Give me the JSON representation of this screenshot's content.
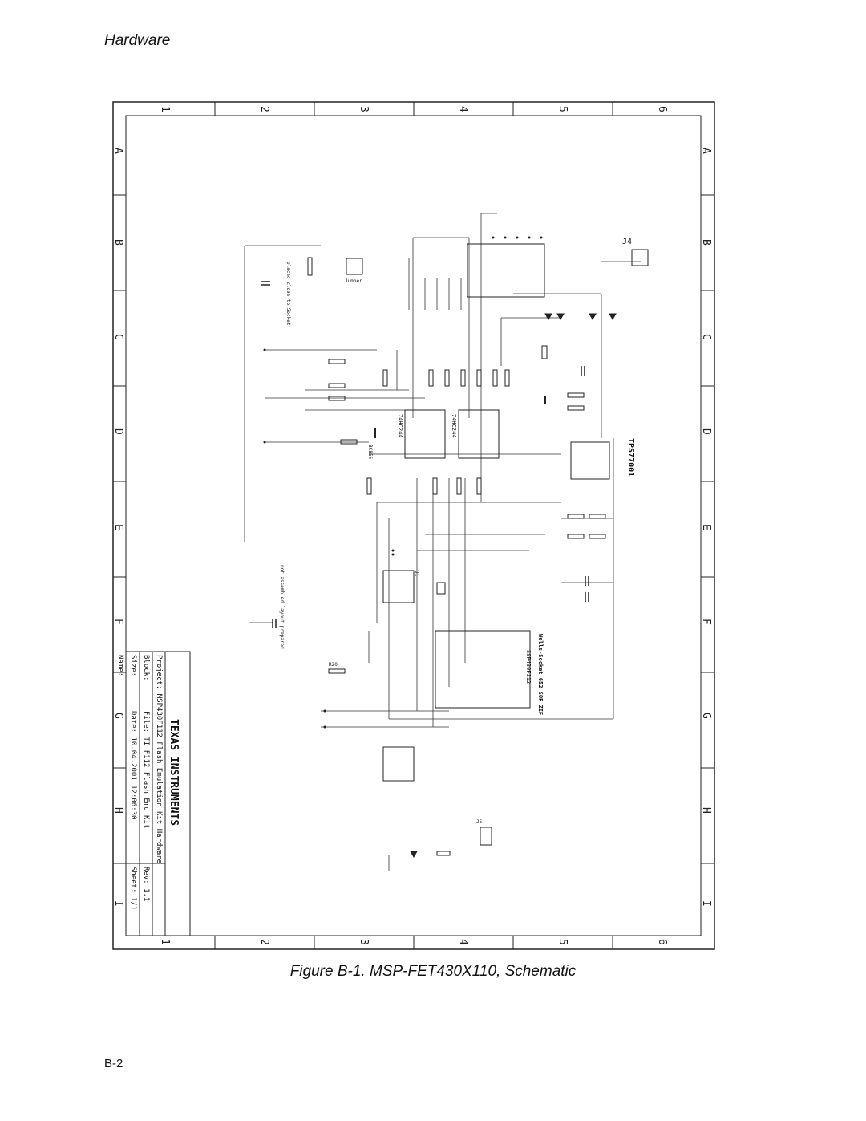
{
  "header": {
    "section": "Hardware"
  },
  "figure": {
    "caption": "Figure B-1. MSP-FET430X110, Schematic",
    "frame": {
      "columns": [
        "1",
        "2",
        "3",
        "4",
        "5",
        "6"
      ],
      "rows": [
        "A",
        "B",
        "C",
        "D",
        "E",
        "F",
        "G",
        "H",
        "I"
      ]
    },
    "title_block": {
      "company": "TEXAS INSTRUMENTS",
      "project": "Project: MSP430F112 Flash Emulation Kit Hardware",
      "block": "Block:",
      "size": "Size:",
      "file": "File: TI F112 Flash Emu Kit",
      "rev": "Rev: 1.1",
      "name": "Name:",
      "date": "Date: 10.04.2001 12:06:30",
      "sheet": "Sheet: 1/1"
    },
    "component_labels": {
      "u1": "TPS77001",
      "j4": "J4",
      "socket": "Wells-Socket 652 SOP ZIF",
      "mcu": "SSP430F112",
      "u5": "74HC244",
      "u6": "74HC244",
      "q1": "BC856",
      "j1": "J1",
      "j5": "J5",
      "jumper": "Jumper",
      "note_bypass": "placed close to Socket",
      "note_layout": "not assembled layout prepared",
      "r20": "R20"
    }
  },
  "page": {
    "number": "B-2"
  }
}
